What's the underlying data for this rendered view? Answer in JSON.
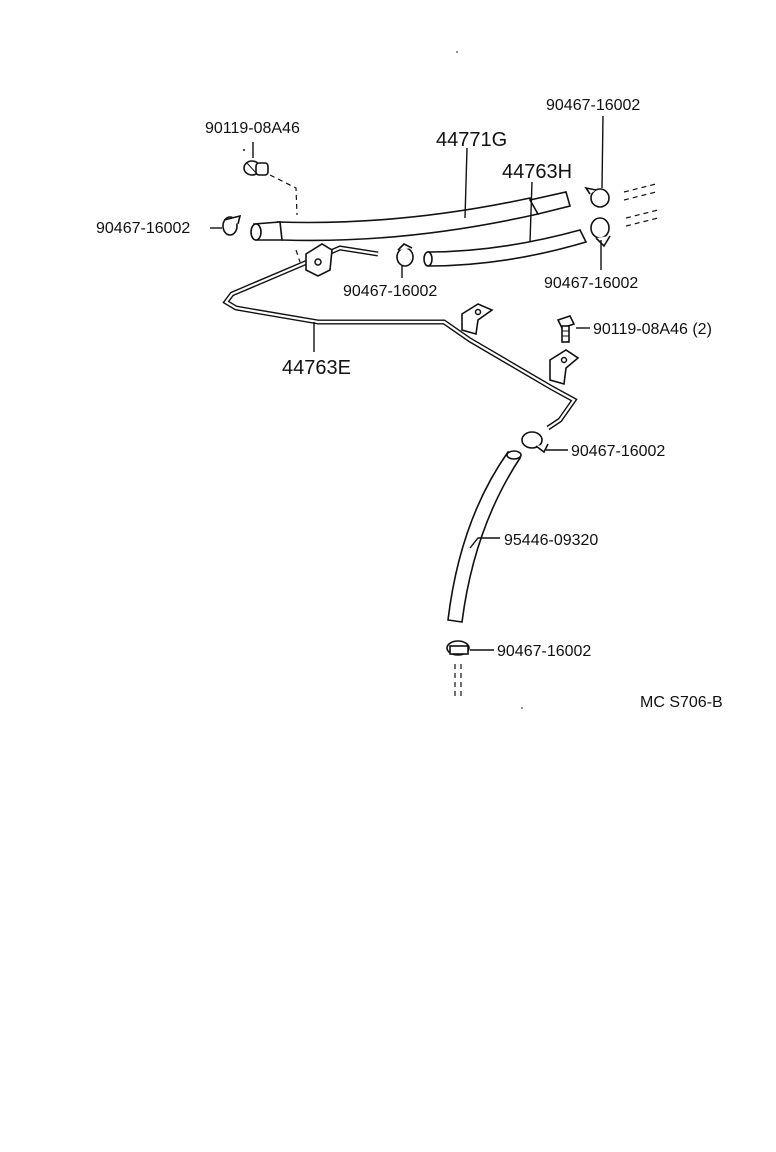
{
  "labels": {
    "bolt_top": "90119-08A46",
    "hose_main": "44771G",
    "hose_second": "44763H",
    "clamp_top_right": "90467-16002",
    "clamp_left": "90467-16002",
    "clamp_middle": "90467-16002",
    "clamp_right_lower": "90467-16002",
    "bolt_right": "90119-08A46 (2)",
    "pipe": "44763E",
    "clamp_pipe_end": "90467-16002",
    "hose_long": "95446-09320",
    "clamp_bottom": "90467-16002",
    "diagram_code": "MC S706-B"
  }
}
